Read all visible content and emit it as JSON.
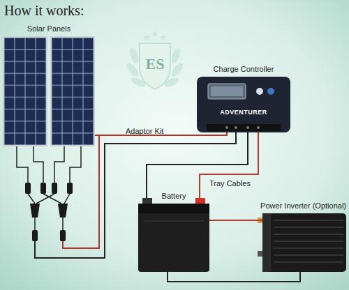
{
  "diagram": {
    "title": "How it works:",
    "nodes": [
      {
        "text": [
          "Solar Panels"
        ]
      },
      {
        "text": [
          "Charge Controller",
          "ADVENTURER"
        ]
      },
      {
        "text": [
          "Battery"
        ]
      },
      {
        "text": [
          "Power Inverter (Optional)"
        ]
      }
    ],
    "edges": [
      {
        "from": 0,
        "to": 1,
        "arrow": "none",
        "label": "Adaptor Kit"
      },
      {
        "from": 1,
        "to": 2,
        "arrow": "none",
        "label": "Tray Cables"
      },
      {
        "from": 2,
        "to": 3,
        "arrow": "none"
      }
    ],
    "labels": [
      "ES"
    ]
  }
}
